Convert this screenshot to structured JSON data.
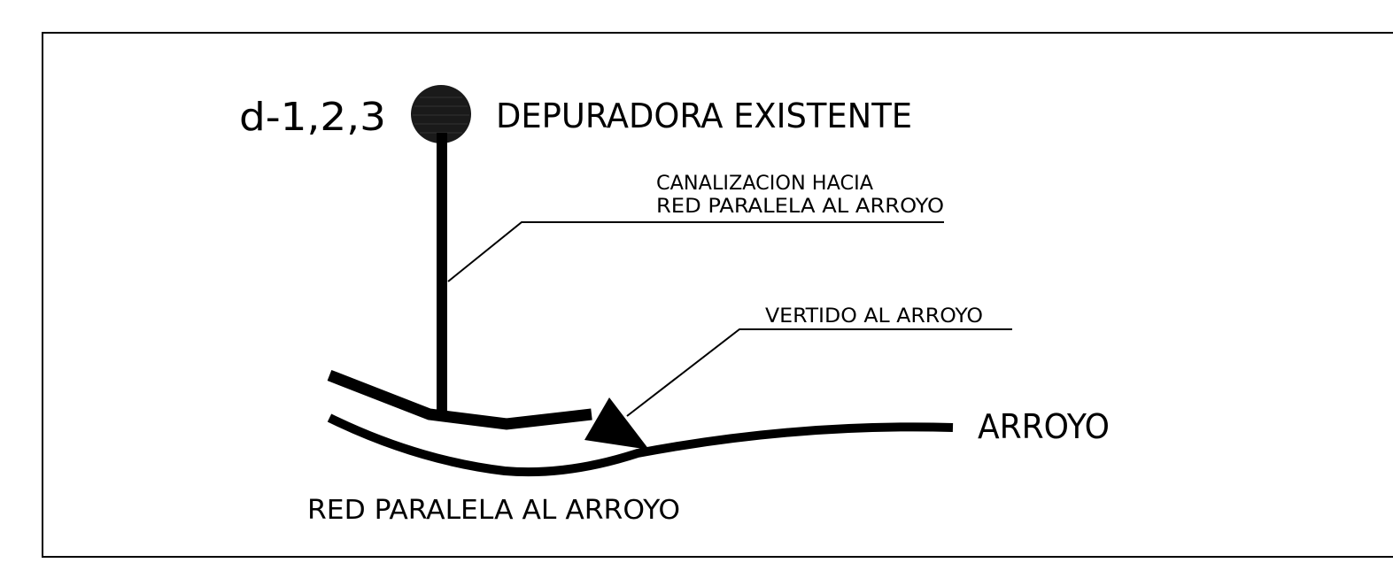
{
  "diagram": {
    "plant_code": "d-1,2,3",
    "plant_label": "DEPURADORA EXISTENTE",
    "channel_label_line1": "CANALIZACION HACIA",
    "channel_label_line2": "RED PARALELA AL ARROYO",
    "discharge_label": "VERTIDO AL ARROYO",
    "stream_label": "ARROYO",
    "parallel_network_label": "RED PARALELA AL ARROYO"
  },
  "colors": {
    "ink": "#000000",
    "background": "#ffffff"
  }
}
